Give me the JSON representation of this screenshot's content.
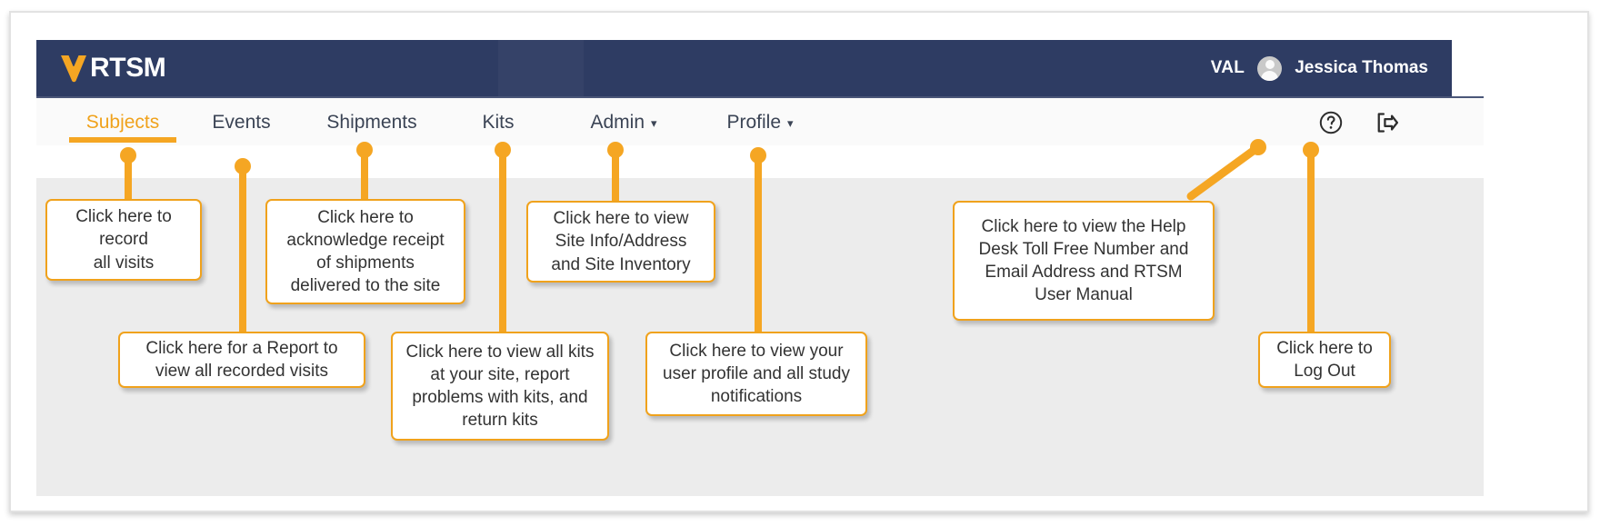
{
  "app": {
    "logo_text": "RTSM",
    "logo_mark": "veeva-v-icon",
    "header": {
      "environment": "VAL",
      "user_name": "Jessica Thomas",
      "avatar_icon": "user-avatar-icon"
    },
    "nav": {
      "items": [
        {
          "label": "Subjects",
          "active": true,
          "caret": ""
        },
        {
          "label": "Events",
          "active": false,
          "caret": ""
        },
        {
          "label": "Shipments",
          "active": false,
          "caret": ""
        },
        {
          "label": "Kits",
          "active": false,
          "caret": ""
        },
        {
          "label": "Admin",
          "active": false,
          "caret": "▾"
        },
        {
          "label": "Profile",
          "active": false,
          "caret": "▾"
        }
      ],
      "icons": [
        {
          "name": "help-icon",
          "glyph": "?"
        },
        {
          "name": "logout-icon",
          "glyph": "↪"
        }
      ]
    }
  },
  "callouts": [
    {
      "id": "subjects",
      "text": "Click here to\nrecord\nall visits"
    },
    {
      "id": "events",
      "text": "Click here for a Report to\nview all recorded visits"
    },
    {
      "id": "shipments",
      "text": "Click here to\nacknowledge receipt\nof shipments\ndelivered to the site"
    },
    {
      "id": "kits",
      "text": "Click here to view all kits\nat your site, report\nproblems with kits, and\nreturn kits"
    },
    {
      "id": "admin",
      "text": "Click here to view\nSite Info/Address\nand Site Inventory"
    },
    {
      "id": "profile",
      "text": "Click here to view your\nuser profile and all study\nnotifications"
    },
    {
      "id": "help",
      "text": "Click here to view the Help\nDesk Toll Free Number and\nEmail Address and RTSM\nUser Manual"
    },
    {
      "id": "logout",
      "text": "Click here to\nLog Out"
    }
  ],
  "colors": {
    "header_navy": "#2e3c63",
    "accent_orange": "#f5a623",
    "active_tab_orange": "#f0a21c",
    "canvas_gray": "#ececec"
  }
}
